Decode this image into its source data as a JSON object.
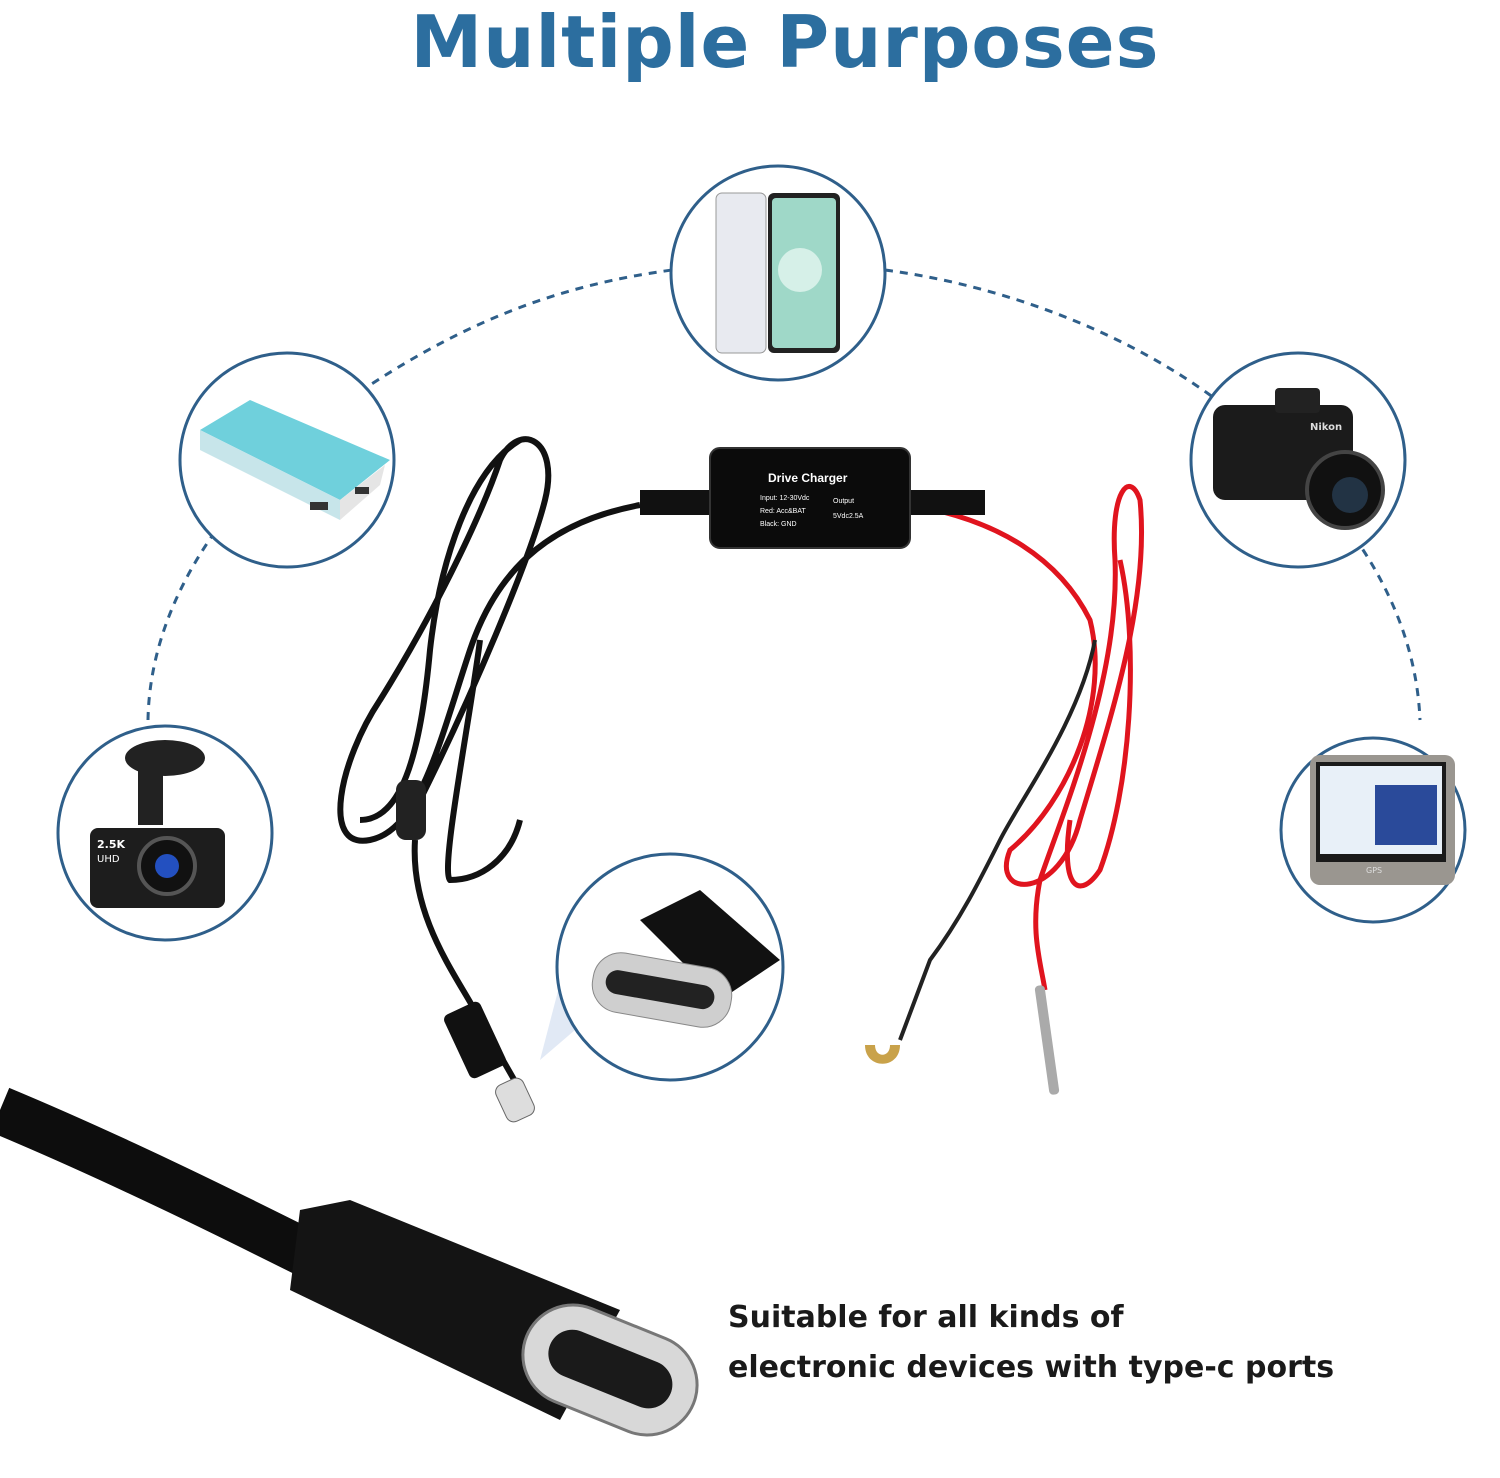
{
  "title": "Multiple Purposes",
  "charger_box": {
    "name": "Drive Charger",
    "input": "Input: 12-30Vdc",
    "red": "Red: Acc&BAT",
    "black": "Black: GND",
    "output_label": "Output",
    "output_value": "5Vdc2.5A"
  },
  "devices": [
    "smartphone-icon",
    "power-bank-icon",
    "camera-icon",
    "dash-cam-icon",
    "gps-navigator-icon",
    "usb-c-connector-icon"
  ],
  "dashcam_labels": {
    "resolution": "2.5K",
    "uhd": "UHD"
  },
  "camera_brand": "Nikon",
  "gps_label": "GPS",
  "caption": {
    "line1": "Suitable for all kinds of",
    "line2": "electronic devices with type-c ports"
  },
  "colors": {
    "title": "#2c6e9f",
    "circle_border": "#2f5f8a",
    "red_wire": "#e0141e"
  }
}
